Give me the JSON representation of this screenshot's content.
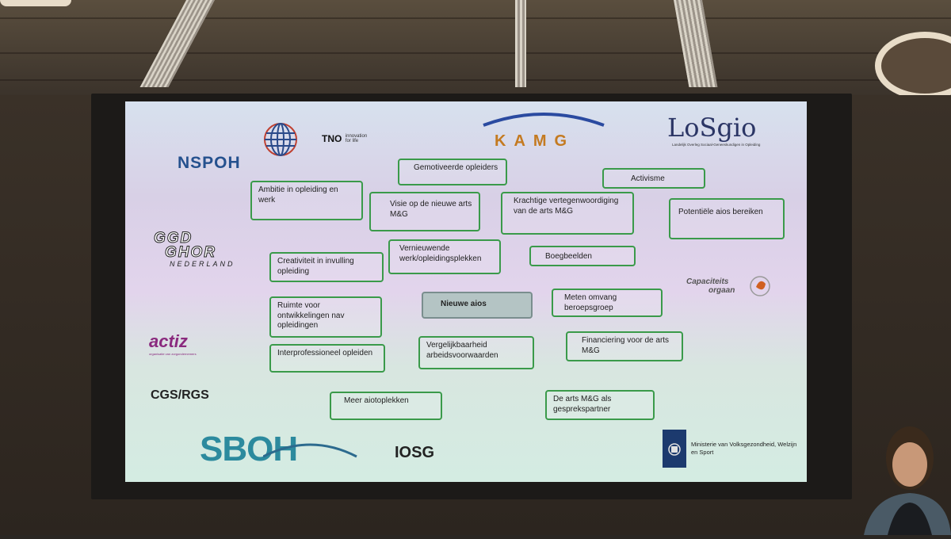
{
  "logos": {
    "nspoh": "NSPOH",
    "tno": "TNO",
    "tno_tagline": "innovation for life",
    "kamg": "KAMG",
    "losgio": "LoSgio",
    "losgio_subtitle": "Landelijk Overleg Sociaal-Geneeskundigen in Opleiding",
    "ggd_line1": "GGD",
    "ggd_line2": "GHOR",
    "ggd_line3": "NEDERLAND",
    "actiz": "actiz",
    "actiz_subtitle": "organisatie van zorgondernemers",
    "cgs": "CGS/RGS",
    "sboh": "SBOH",
    "iosg": "IOSG",
    "capaciteitsorgaan_line1": "Capaciteits",
    "capaciteitsorgaan_line2": "orgaan",
    "ministerie": "Ministerie van Volksgezondheid, Welzijn en Sport"
  },
  "boxes": {
    "gemotiveerde": "Gemotiveerde opleiders",
    "activisme": "Activisme",
    "ambitie": "Ambitie in opleiding en werk",
    "visie": "Visie op de nieuwe arts M&G",
    "krachtige": "Krachtige vertegenwoordiging van de arts M&G",
    "potentiele": "Potentiële aios bereiken",
    "vernieuwende": "Vernieuwende werk/opleidingsplekken",
    "boegbeelden": "Boegbeelden",
    "creativiteit": "Creativiteit in invulling opleiding",
    "nieuwe_aios": "Nieuwe aios",
    "meten": "Meten omvang beroepsgroep",
    "ruimte": "Ruimte voor ontwikkelingen nav opleidingen",
    "interprofessioneel": "Interprofessioneel opleiden",
    "vergelijkbaarheid": "Vergelijkbaarheid arbeidsvoorwaarden",
    "financiering": "Financiering voor de arts M&G",
    "meer_aiotoplekken": "Meer aiotoplekken",
    "gesprekspartner": "De arts M&G als gesprekspartner"
  }
}
